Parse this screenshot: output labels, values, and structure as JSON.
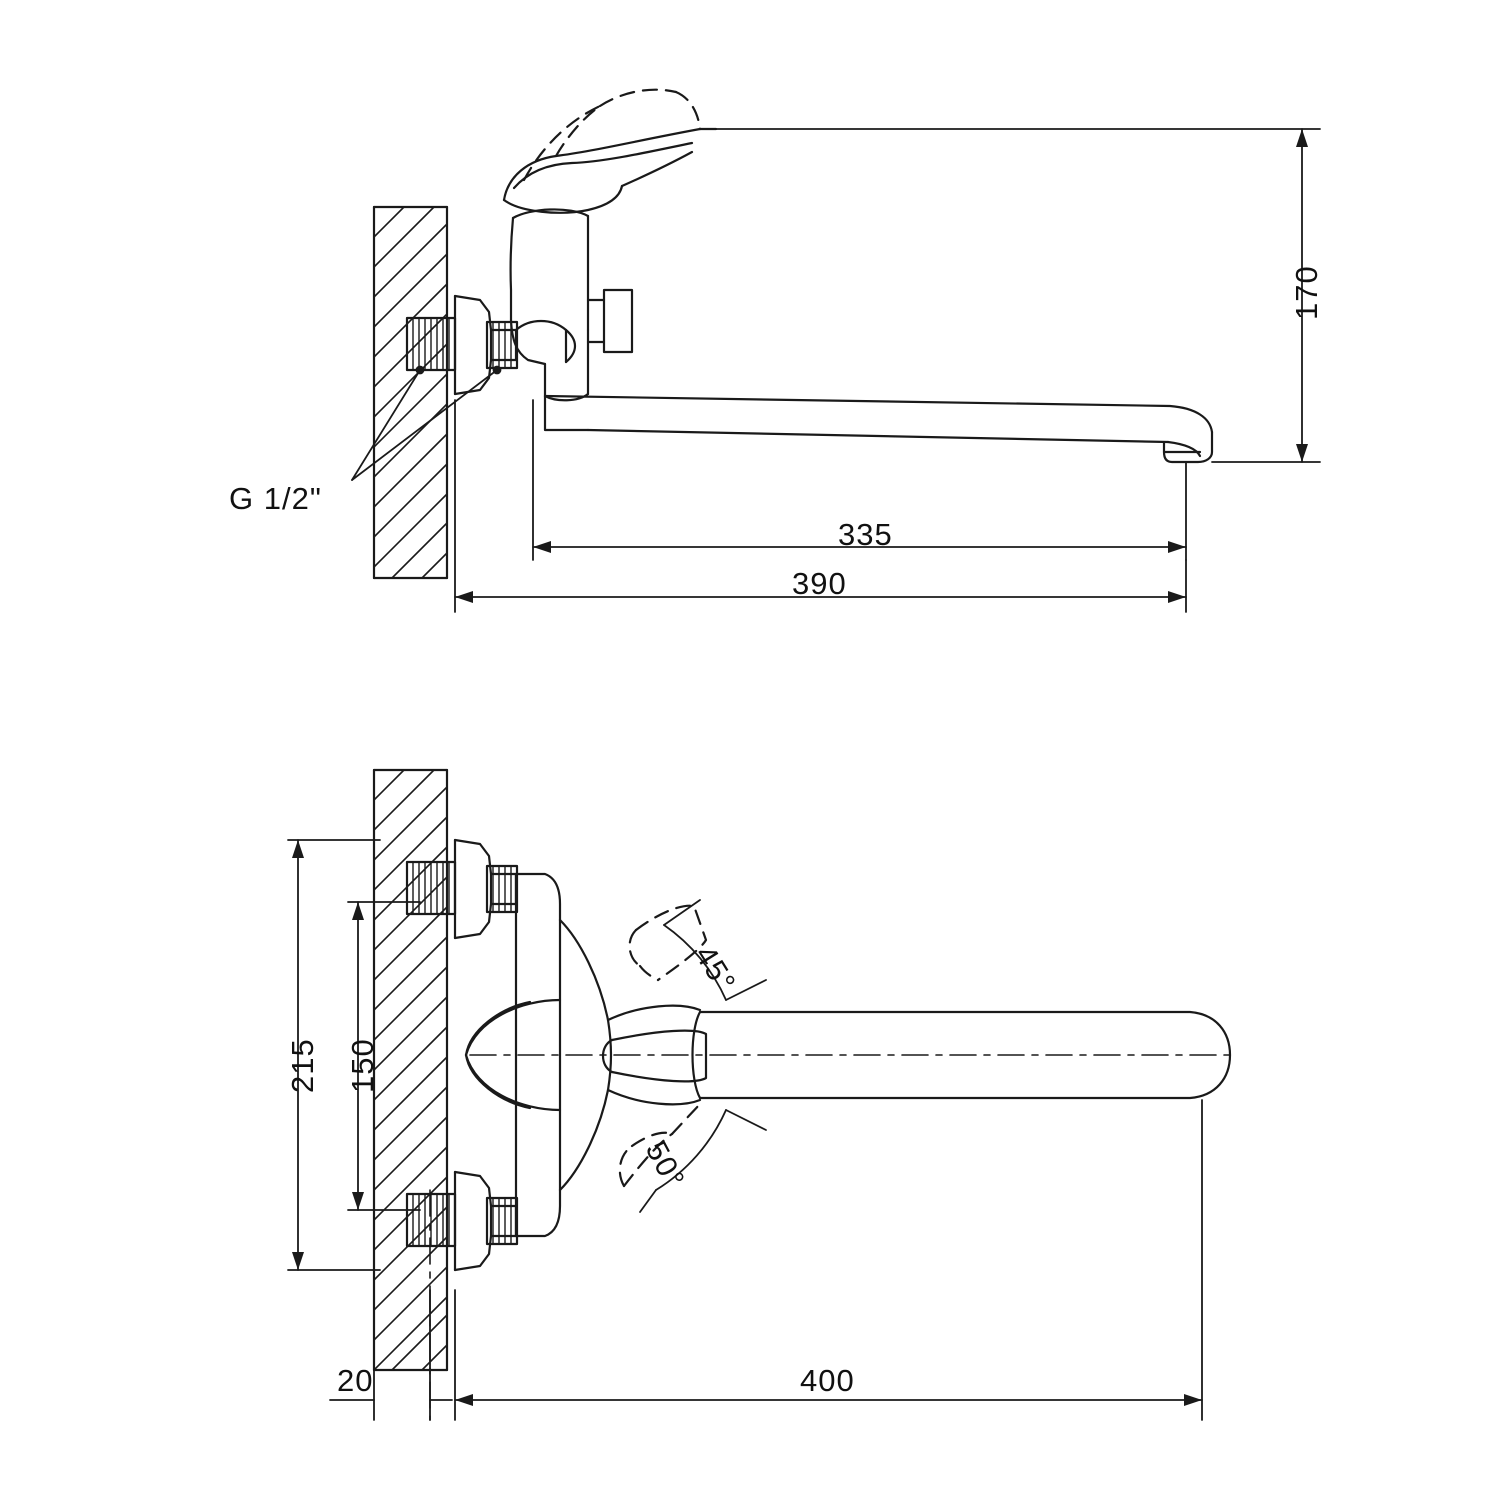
{
  "document": {
    "kind": "technical-drawing",
    "subject": "wall-mounted bath mixer tap with long swivel spout",
    "views": [
      {
        "id": "side-view",
        "label": "side elevation"
      },
      {
        "id": "top-view",
        "label": "plan view"
      }
    ]
  },
  "annotations": {
    "thread_label": "G 1/2\"",
    "height_170": "170",
    "spout_335": "335",
    "overall_390": "390",
    "height_215": "215",
    "height_150": "150",
    "wall_20": "20",
    "overall_400": "400",
    "angle_45": "45°",
    "angle_50": "50°"
  },
  "chart_data": {
    "type": "table",
    "title": "Bath mixer dimensions (mm)",
    "categories": [
      "170",
      "335",
      "390",
      "215",
      "150",
      "20",
      "400",
      "45°",
      "50°",
      "G 1/2\""
    ],
    "values": [
      170,
      335,
      390,
      215,
      150,
      20,
      400,
      45,
      50,
      null
    ]
  },
  "colors": {
    "line": "#1a1a1a",
    "background": "#ffffff"
  }
}
